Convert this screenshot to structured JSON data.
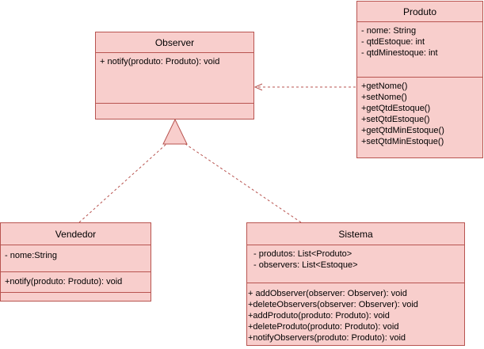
{
  "diagram": {
    "colors": {
      "fill": "#f8cecc",
      "stroke": "#b85450"
    },
    "classes": {
      "observer": {
        "name": "Observer",
        "attributes": [
          "+ notify(produto: Produto): void"
        ],
        "operations": []
      },
      "produto": {
        "name": "Produto",
        "attributes": [
          "- nome: String",
          "- qtdEstoque: int",
          "- qtdMinestoque: int"
        ],
        "operations": [
          "+getNome()",
          "+setNome()",
          "+getQtdEstoque()",
          "+setQtdEstoque()",
          "+getQtdMinEstoque()",
          "+setQtdMinEstoque()"
        ]
      },
      "vendedor": {
        "name": "Vendedor",
        "attributes": [
          "- nome:String"
        ],
        "operations": [
          "+notify(produto: Produto): void"
        ]
      },
      "sistema": {
        "name": "Sistema",
        "attributes": [
          " - produtos: List<Produto>",
          " - observers: List<Estoque>"
        ],
        "operations": [
          "+ addObserver(observer: Observer): void",
          "+deleteObservers(observer: Observer): void",
          "+addProduto(produto: Produto): void",
          "+deleteProduto(produto: Produto): void",
          "+notifyObservers(produto: Produto): void"
        ]
      }
    },
    "relations": [
      {
        "type": "dependency",
        "from": "produto",
        "to": "observer"
      },
      {
        "type": "realization",
        "from": "vendedor",
        "to": "observer"
      },
      {
        "type": "realization",
        "from": "sistema",
        "to": "observer"
      }
    ]
  }
}
